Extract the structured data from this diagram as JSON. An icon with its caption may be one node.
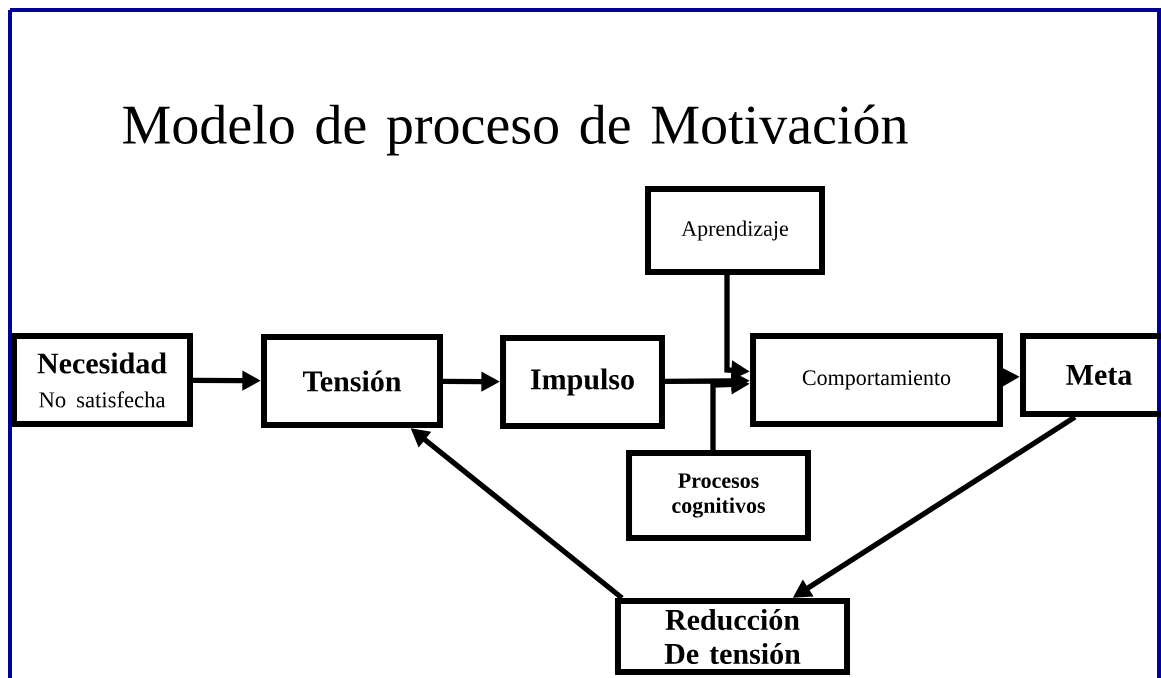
{
  "diagram": {
    "title": "Modelo de proceso de Motivación",
    "nodes": [
      {
        "text": [
          "Necesidad",
          "No satisfecha"
        ]
      },
      {
        "text": [
          "Tensión"
        ]
      },
      {
        "text": [
          "Impulso"
        ]
      },
      {
        "text": [
          "Aprendizaje"
        ]
      },
      {
        "text": [
          "Comportamiento"
        ]
      },
      {
        "text": [
          "Meta"
        ]
      },
      {
        "text": [
          "Procesos cognitivos"
        ]
      },
      {
        "text": [
          "Reducción De tensión"
        ]
      }
    ],
    "edges": [
      {
        "from": 0,
        "to": 1,
        "arrow": "to"
      },
      {
        "from": 1,
        "to": 2,
        "arrow": "to"
      },
      {
        "from": 2,
        "to": 4,
        "arrow": "to"
      },
      {
        "from": 3,
        "to": 4,
        "arrow": "to"
      },
      {
        "from": 6,
        "to": 4,
        "arrow": "to"
      },
      {
        "from": 4,
        "to": 5,
        "arrow": "to"
      },
      {
        "from": 5,
        "to": 7,
        "arrow": "to"
      },
      {
        "from": 7,
        "to": 1,
        "arrow": "to"
      }
    ]
  }
}
